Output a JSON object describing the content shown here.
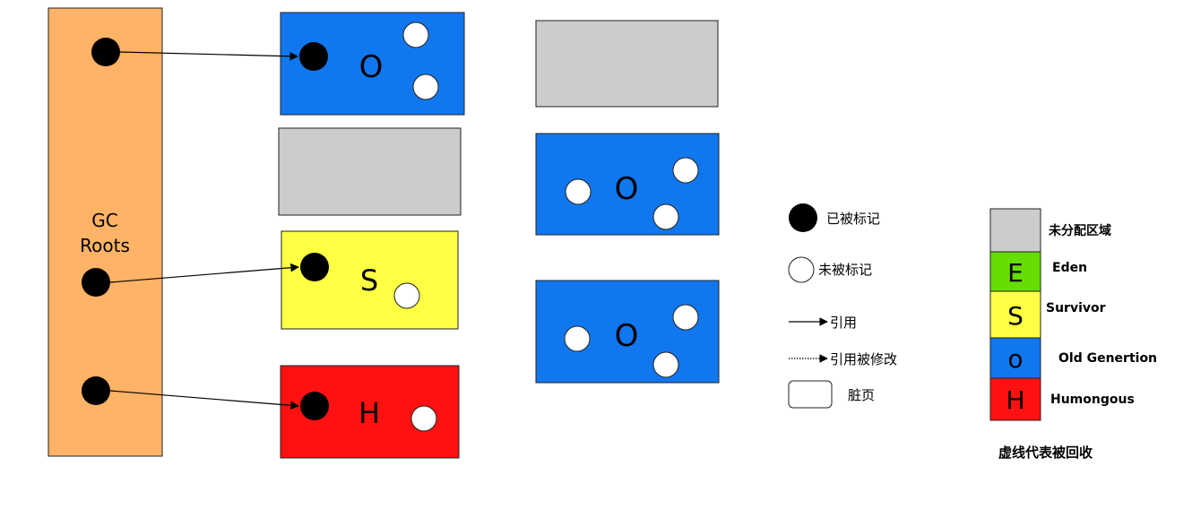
{
  "gc_roots": {
    "label_line1": "GC",
    "label_line2": "Roots"
  },
  "regions": {
    "old_1": "O",
    "survivor": "S",
    "humongous": "H",
    "old_2": "O",
    "old_3": "O"
  },
  "legend": {
    "marked": "已被标记",
    "unmarked": "未被标记",
    "reference": "引用",
    "reference_modified": "引用被修改",
    "dirty_page": "脏页"
  },
  "region_legend": {
    "items": [
      {
        "letter": "",
        "name": "未分配区域",
        "color": "#cccccc"
      },
      {
        "letter": "E",
        "name": "Eden",
        "color": "#66dd00"
      },
      {
        "letter": "S",
        "name": "Survivor",
        "color": "#ffff44"
      },
      {
        "letter": "o",
        "name": "Old Genertion",
        "color": "#1177ee"
      },
      {
        "letter": "H",
        "name": "Humongous",
        "color": "#ff1111"
      }
    ],
    "footnote": "虚线代表被回收"
  },
  "colors": {
    "gc_roots": "#ffb366",
    "unallocated": "#cccccc",
    "old": "#1177ee",
    "survivor": "#ffff44",
    "humongous": "#ff1111",
    "eden": "#66dd00"
  }
}
